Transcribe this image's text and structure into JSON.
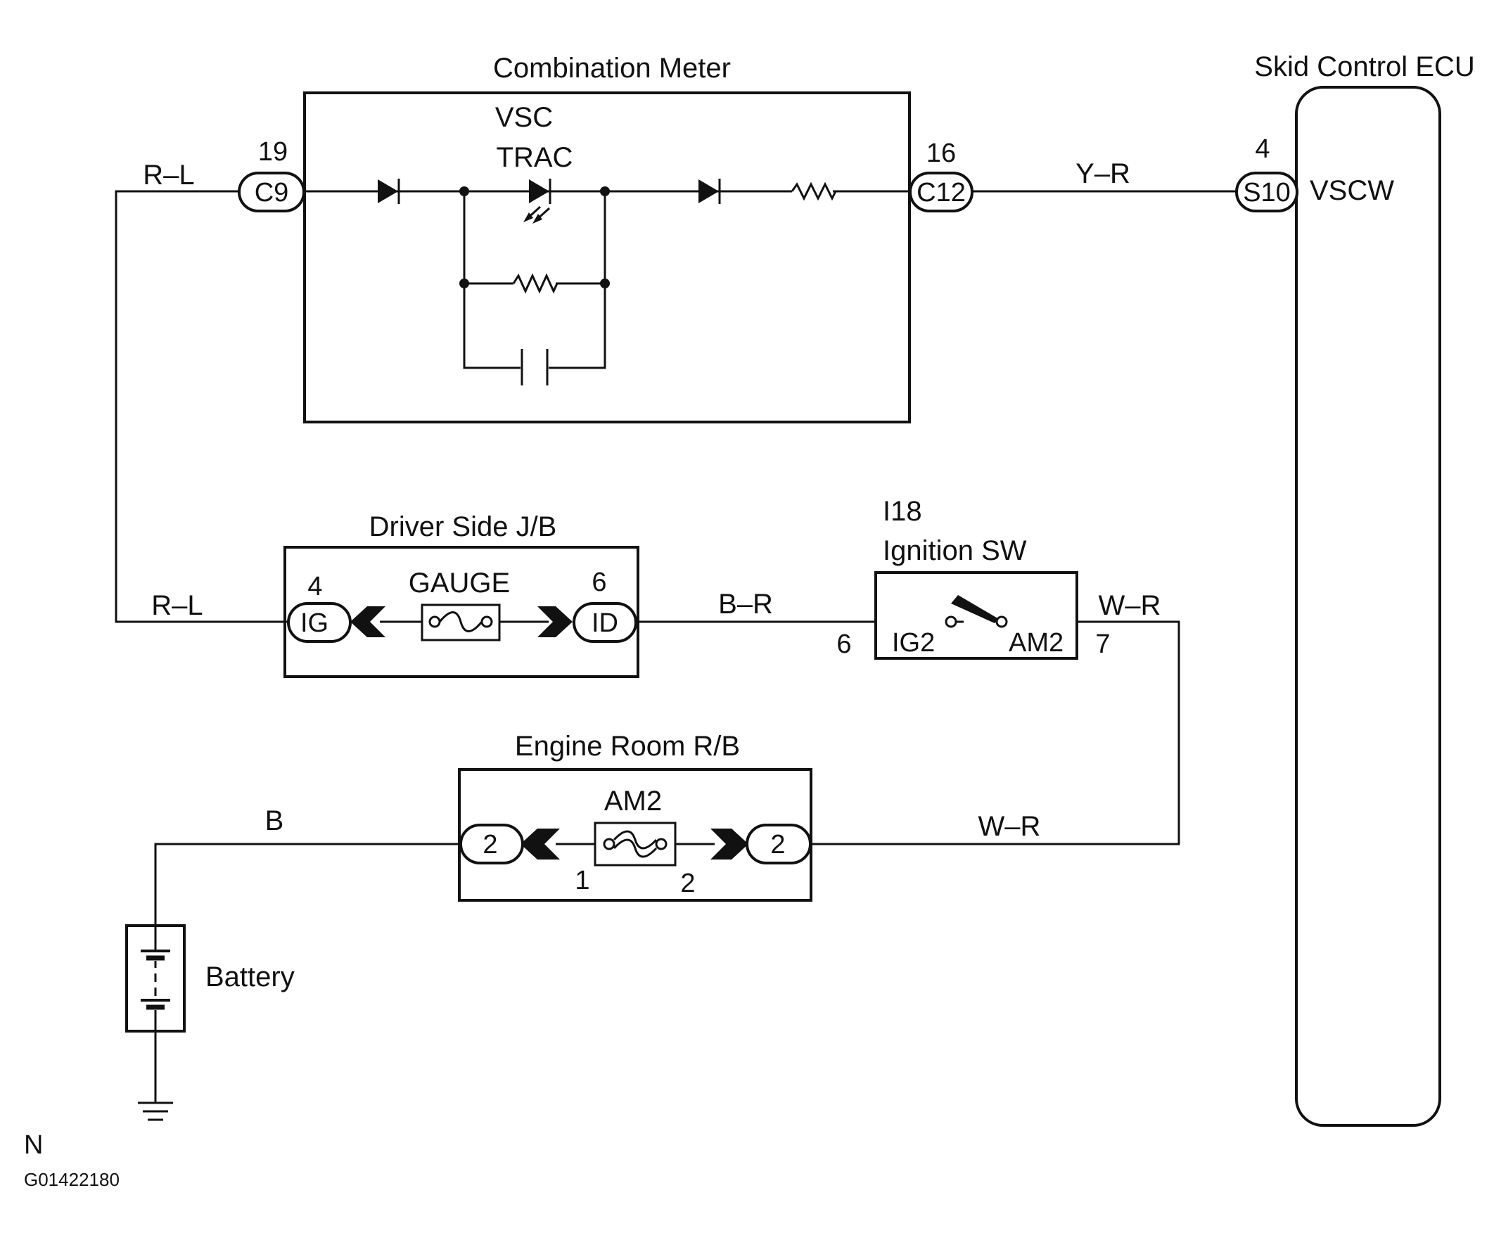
{
  "combination_meter": {
    "title": "Combination Meter",
    "lamp_label_1": "VSC",
    "lamp_label_2": "TRAC",
    "left_pin": "19",
    "left_connector": "C9",
    "right_pin": "16",
    "right_connector": "C12"
  },
  "skid_control_ecu": {
    "title": "Skid Control ECU",
    "pin": "4",
    "connector": "S10",
    "terminal": "VSCW"
  },
  "driver_side_jb": {
    "title": "Driver Side J/B",
    "fuse": "GAUGE",
    "left_pin": "4",
    "left_terminal": "IG",
    "right_pin": "6",
    "right_terminal": "ID"
  },
  "ignition_switch": {
    "connector": "I18",
    "title": "Ignition SW",
    "left_pin": "6",
    "left_terminal": "IG2",
    "right_pin": "7",
    "right_terminal": "AM2"
  },
  "engine_room_rb": {
    "title": "Engine Room R/B",
    "fuse": "AM2",
    "left_connector": "2",
    "right_connector": "2",
    "fuse_pin_left": "1",
    "fuse_pin_right": "2"
  },
  "wires": {
    "rl_top": "R–L",
    "rl_bottom": "R–L",
    "yr": "Y–R",
    "br": "B–R",
    "wr_top": "W–R",
    "wr_bottom": "W–R",
    "b": "B"
  },
  "battery": {
    "label": "Battery"
  },
  "footer": {
    "code_letter": "N",
    "figure_id": "G01422180"
  }
}
